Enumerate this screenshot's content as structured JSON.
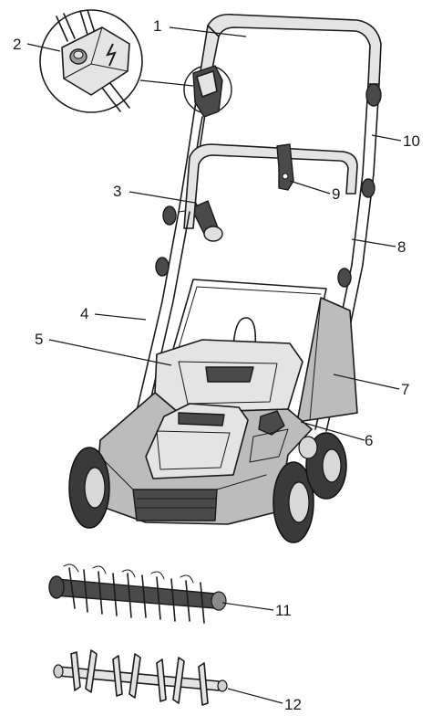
{
  "callouts": [
    {
      "id": "1",
      "label": "1"
    },
    {
      "id": "2",
      "label": "2"
    },
    {
      "id": "3",
      "label": "3"
    },
    {
      "id": "4",
      "label": "4"
    },
    {
      "id": "5",
      "label": "5"
    },
    {
      "id": "6",
      "label": "6"
    },
    {
      "id": "7",
      "label": "7"
    },
    {
      "id": "8",
      "label": "8"
    },
    {
      "id": "9",
      "label": "9"
    },
    {
      "id": "10",
      "label": "10"
    },
    {
      "id": "11",
      "label": "11"
    },
    {
      "id": "12",
      "label": "12"
    }
  ],
  "colors": {
    "ink": "#1a1a1a",
    "body": "#bcbcbc",
    "panel": "#e4e4e4",
    "dark": "#4a4a4a"
  }
}
